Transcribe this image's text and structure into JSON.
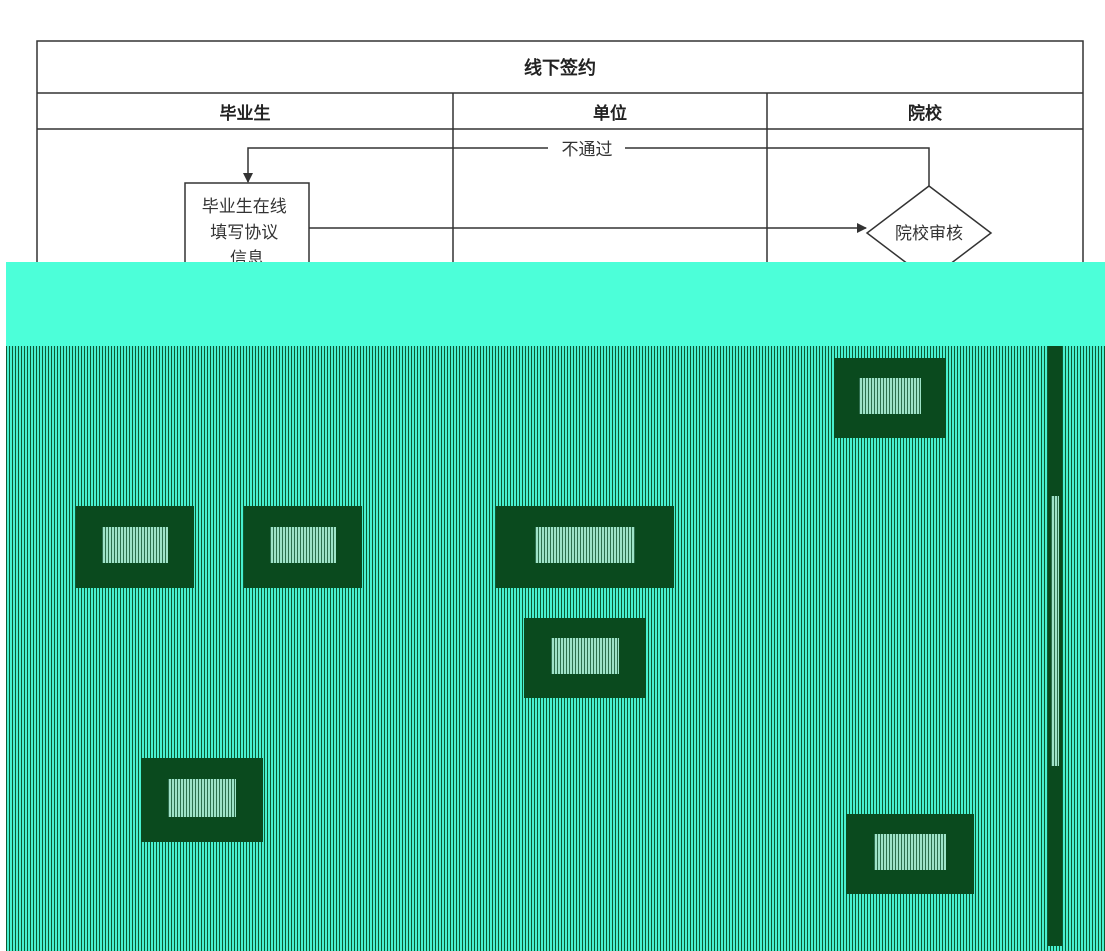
{
  "diagram": {
    "title": "线下签约",
    "lanes": [
      "毕业生",
      "单位",
      "院校"
    ],
    "nodes": {
      "fill_info": "毕业生在线填写协议信息",
      "school_review": "院校审核"
    },
    "edges": {
      "reject_label": "不通过"
    }
  },
  "colors": {
    "line": "#333333",
    "corrupt_band": "#4cffd9",
    "corrupt_dark": "#0a4a1e"
  }
}
